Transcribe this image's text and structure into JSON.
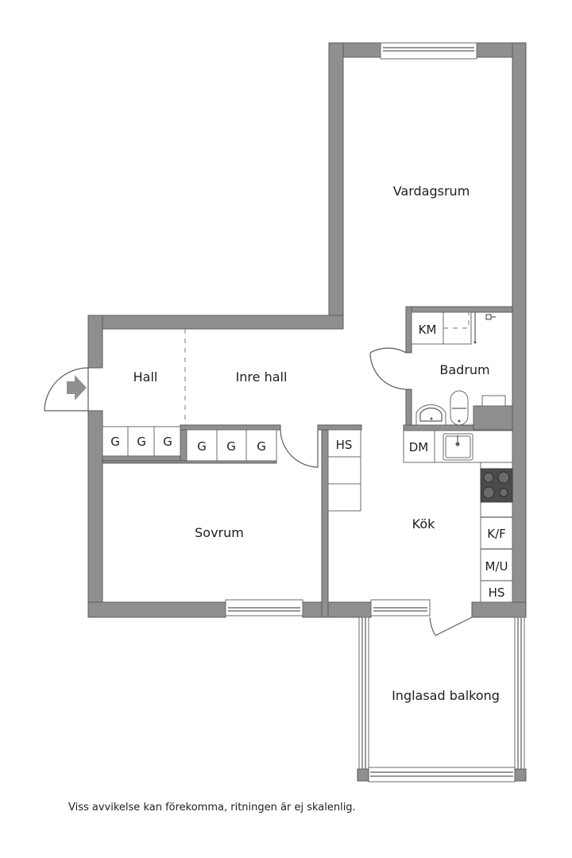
{
  "rooms": {
    "vardagsrum": "Vardagsrum",
    "hall": "Hall",
    "inre_hall": "Inre hall",
    "badrum": "Badrum",
    "sovrum": "Sovrum",
    "kok": "Kök",
    "balkong": "Inglasad balkong"
  },
  "fixtures": {
    "km": "KM",
    "dm": "DM",
    "hs_hall": "HS",
    "kf": "K/F",
    "mu": "M/U",
    "hs_kitchen": "HS",
    "wardrobes": [
      "G",
      "G",
      "G",
      "G",
      "G",
      "G"
    ]
  },
  "colors": {
    "wall": "#8e9090",
    "wall_stroke": "#5a5c5c",
    "stove": "#4a4c4c"
  },
  "footnote": "Viss avvikelse kan förekomma, ritningen är ej skalenlig."
}
